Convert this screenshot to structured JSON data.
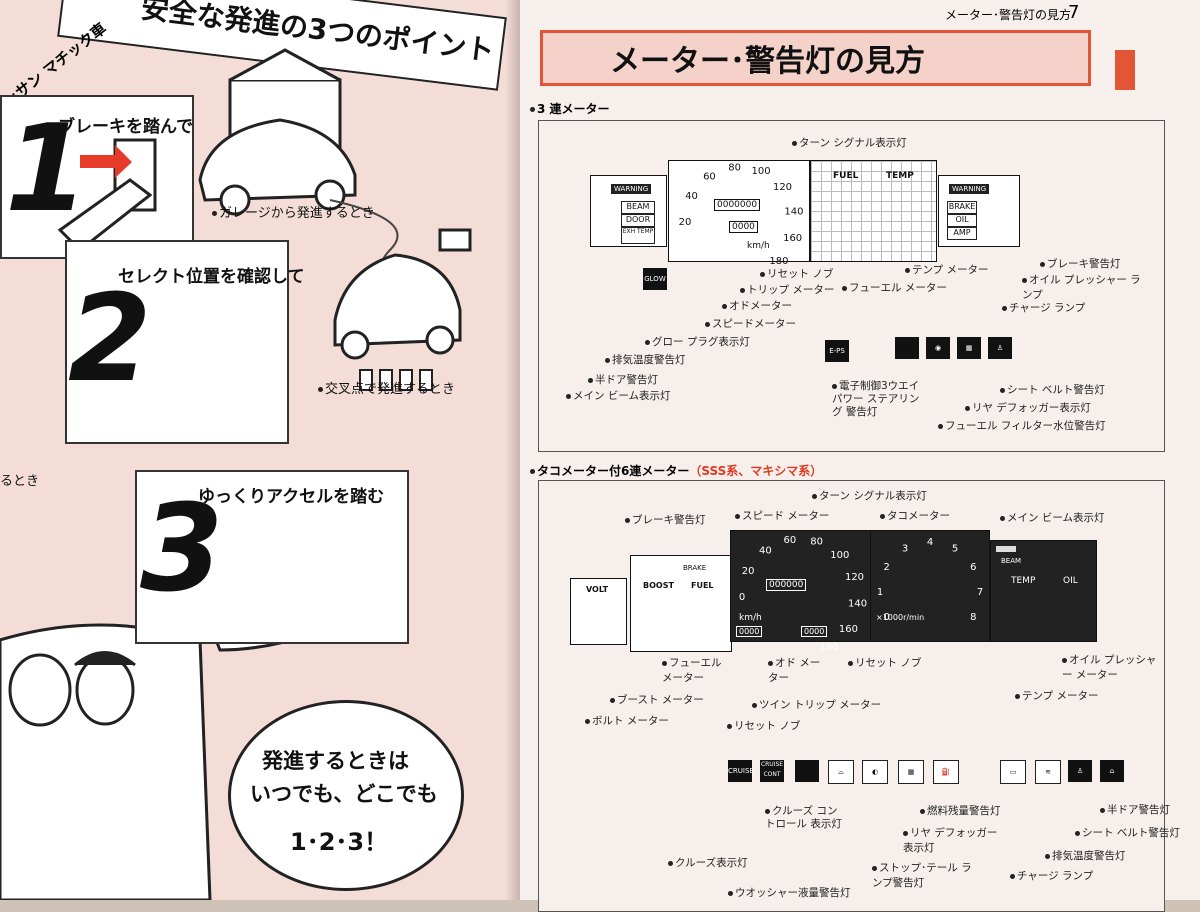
{
  "left_page": {
    "maker_tab": "ッサン マチック車",
    "banner_title": "安全な発進の3つのポイント",
    "step1": {
      "num": "1",
      "label": "ブレーキを踏んで"
    },
    "step2": {
      "num": "2",
      "label": "セレクト位置を確認して"
    },
    "step3": {
      "num": "3",
      "label": "ゆっくりアクセルを踏む"
    },
    "cap_garage": "ガレージから発進するとき",
    "cap_intersection": "交叉点で発進するとき",
    "cap_partial": "るとき",
    "bubble": {
      "line1": "発進するときは",
      "line2": "いつでも、どこでも",
      "line3": "1･2･3！"
    }
  },
  "right_page": {
    "header": "メーター･警告灯の見方",
    "page_number": "7",
    "title": "メーター･警告灯の見方",
    "section1": {
      "heading": "3 連メーター",
      "warning": "WARNING",
      "beam": "BEAM",
      "door": "DOOR",
      "exh_temp": "EXH TEMP",
      "fuel": "FUEL",
      "temp": "TEMP",
      "brake": "BRAKE",
      "oil": "OIL",
      "amp": "AMP",
      "kmh": "km/h",
      "odo": "0000000",
      "trip": "0000",
      "glow": "GLOW",
      "eps": "E-PS",
      "speed_ticks": [
        "20",
        "40",
        "60",
        "80",
        "100",
        "120",
        "140",
        "160",
        "180"
      ],
      "labels": {
        "turn": "ターン シグナル表示灯",
        "brake_warn": "ブレーキ警告灯",
        "oil_lamp": "オイル プレッシャー ランプ",
        "charge": "チャージ ランプ",
        "temp_meter": "テンプ メーター",
        "fuel_meter": "フューエル メーター",
        "reset": "リセット ノブ",
        "trip": "トリップ メーター",
        "odo": "オドメーター",
        "speed": "スピードメーター",
        "glow": "グロー プラグ表示灯",
        "exh": "排気温度警告灯",
        "door": "半ドア警告灯",
        "beam": "メイン ビーム表示灯",
        "eps": "電子制御3ウエイ パワー ステアリング 警告灯",
        "seatbelt": "シート ベルト警告灯",
        "defog": "リヤ デフォッガー表示灯",
        "fuel_filter": "フューエル フィルター水位警告灯"
      }
    },
    "section2": {
      "heading_black": "タコメーター付6連メーター",
      "heading_red": "（SSS系、マキシマ系）",
      "volt": "VOLT",
      "boost": "BOOST",
      "fuel": "FUEL",
      "brake": "BRAKE",
      "beam": "BEAM",
      "temp": "TEMP",
      "oil": "OIL",
      "kmh": "km/h",
      "rpm": "×1000r/min",
      "odo": "000000",
      "trip1": "0000",
      "trip2": "0000",
      "cruise": "CRUISE",
      "cruise_cont": "CRUISE CONT",
      "speed_ticks": [
        "0",
        "20",
        "40",
        "60",
        "80",
        "100",
        "120",
        "140",
        "160",
        "180"
      ],
      "tach_ticks": [
        "0",
        "1",
        "2",
        "3",
        "4",
        "5",
        "6",
        "7",
        "8"
      ],
      "labels": {
        "turn": "ターン シグナル表示灯",
        "speed": "スピード メーター",
        "tach": "タコメーター",
        "brake_warn": "ブレーキ警告灯",
        "beam": "メイン ビーム表示灯",
        "oil_meter": "オイル プレッシャー メーター",
        "temp_meter": "テンプ メーター",
        "reset_r": "リセット ノブ",
        "odo": "オド メーター",
        "twin_trip": "ツイン トリップ メーター",
        "reset_l": "リセット ノブ",
        "fuel_meter": "フューエル メーター",
        "boost_meter": "ブースト メーター",
        "volt_meter": "ボルト メーター",
        "cruise_lamp": "クルーズ表示灯",
        "cruise_cont": "クルーズ コントロール 表示灯",
        "washer": "ウオッシャー液量警告灯",
        "stop_tail": "ストップ･テール ランプ警告灯",
        "defog": "リヤ デフォッガー 表示灯",
        "fuel_low": "燃料残量警告灯",
        "charge": "チャージ ランプ",
        "exh": "排気温度警告灯",
        "seatbelt": "シート ベルト警告灯",
        "door": "半ドア警告灯"
      }
    }
  }
}
